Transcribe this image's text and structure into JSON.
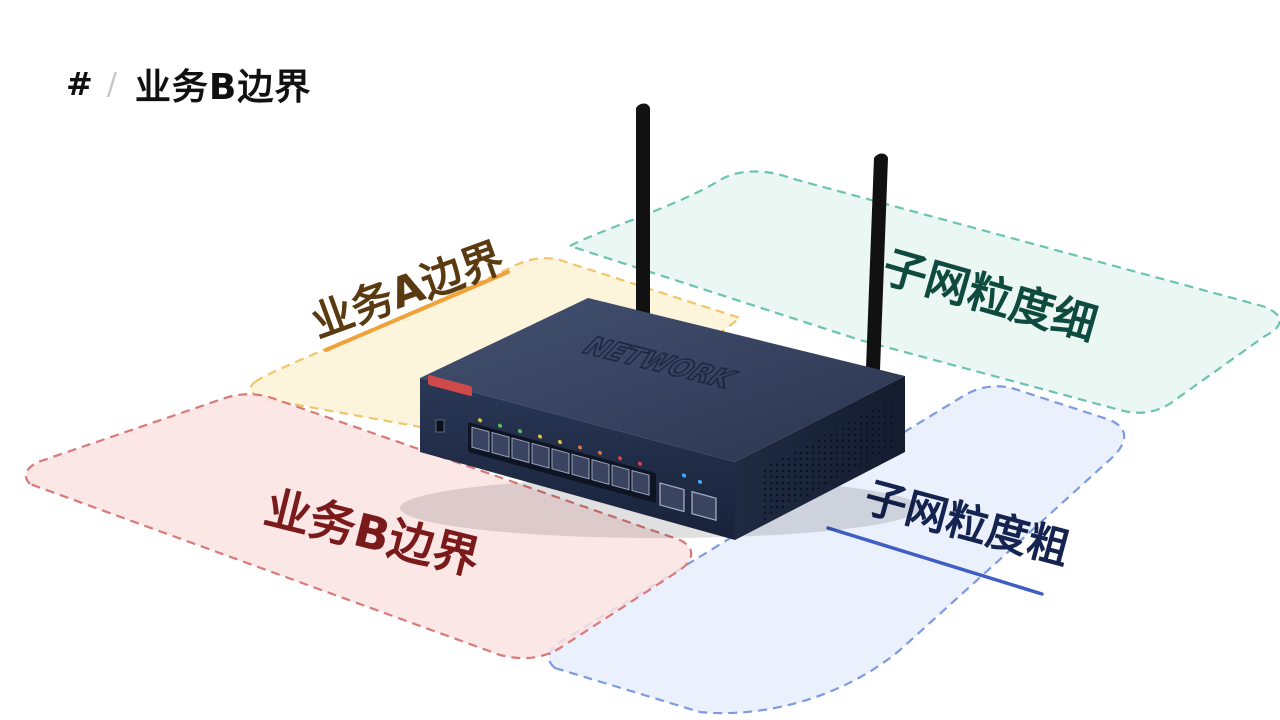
{
  "header": {
    "hash": "#",
    "slash": "/",
    "title": "业务B边界"
  },
  "zones": {
    "business_a": "业务A边界",
    "business_b": "业务B边界",
    "subnet_fine": "子网粒度细",
    "subnet_coarse": "子网粒度粗"
  },
  "colors": {
    "business_a": "#f0b34a",
    "business_b": "#d86a6a",
    "subnet_fine": "#6cc3b0",
    "subnet_coarse": "#7f9be0",
    "device": "#2c3a55"
  },
  "device": {
    "brand_logo": "router-brand-logo"
  }
}
